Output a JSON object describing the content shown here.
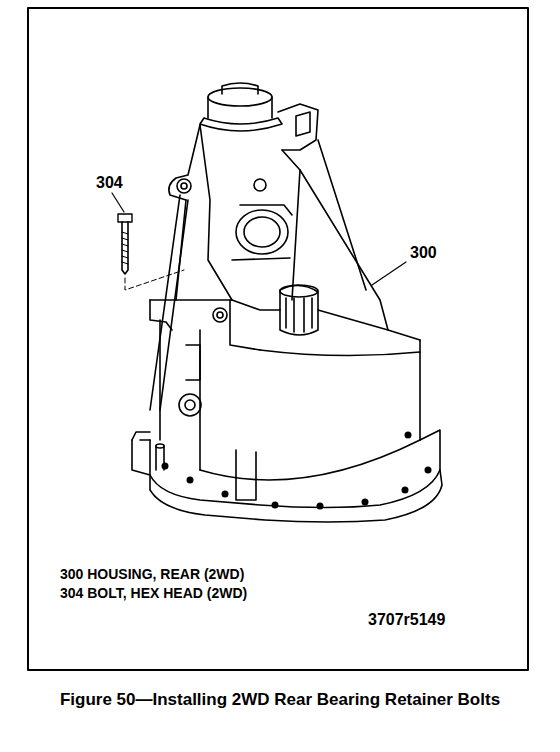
{
  "diagram": {
    "caption": "Figure 50—Installing 2WD Rear Bearing Retainer Bolts",
    "labels": [
      "304",
      "300",
      "300 HOUSING, REAR (2WD)",
      "304 BOLT, HEX HEAD (2WD)",
      "3707r5149"
    ]
  }
}
